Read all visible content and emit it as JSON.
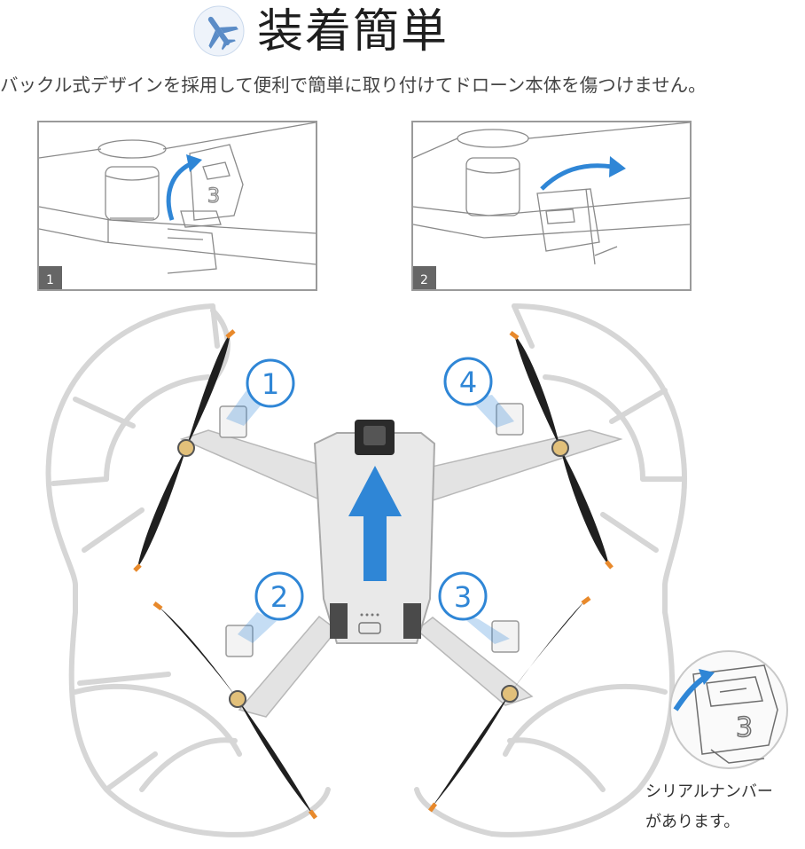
{
  "header": {
    "title": "装着簡単",
    "subtitle": "バックル式デザインを採用して便利で簡単に取り付けてドローン本体を傷つけません。",
    "icon": "airplane-icon",
    "icon_color": "#5b8cc7"
  },
  "steps": [
    {
      "number": "1"
    },
    {
      "number": "2"
    }
  ],
  "markers": [
    {
      "label": "1"
    },
    {
      "label": "2"
    },
    {
      "label": "3"
    },
    {
      "label": "4"
    }
  ],
  "caption": {
    "line1": "シリアルナンバー",
    "line2": "があります。"
  },
  "colors": {
    "accent_blue": "#2f86d6",
    "guard_gray": "#d6d6d6",
    "propeller": "#1f1f1f",
    "prop_tip": "#e8892b"
  }
}
